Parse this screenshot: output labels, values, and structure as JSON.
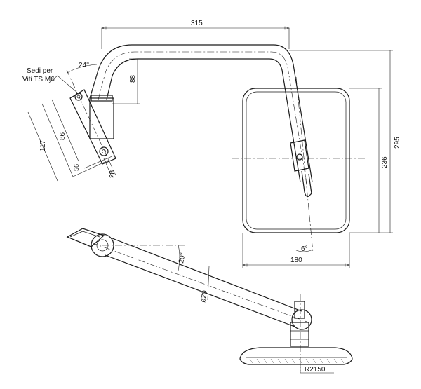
{
  "labels": {
    "note_line1": "Sedi per",
    "note_line2": "Viti TS M6",
    "angle_top": "24°",
    "dim_315": "315",
    "dim_88": "88",
    "dim_86": "86",
    "dim_117": "117",
    "dim_56": "56",
    "dim_28": "28",
    "dim_295": "295",
    "dim_236": "236",
    "dim_180": "180",
    "angle_6": "6°",
    "angle_20": "20°",
    "dia_20": "ø20",
    "radius": "R2150"
  }
}
